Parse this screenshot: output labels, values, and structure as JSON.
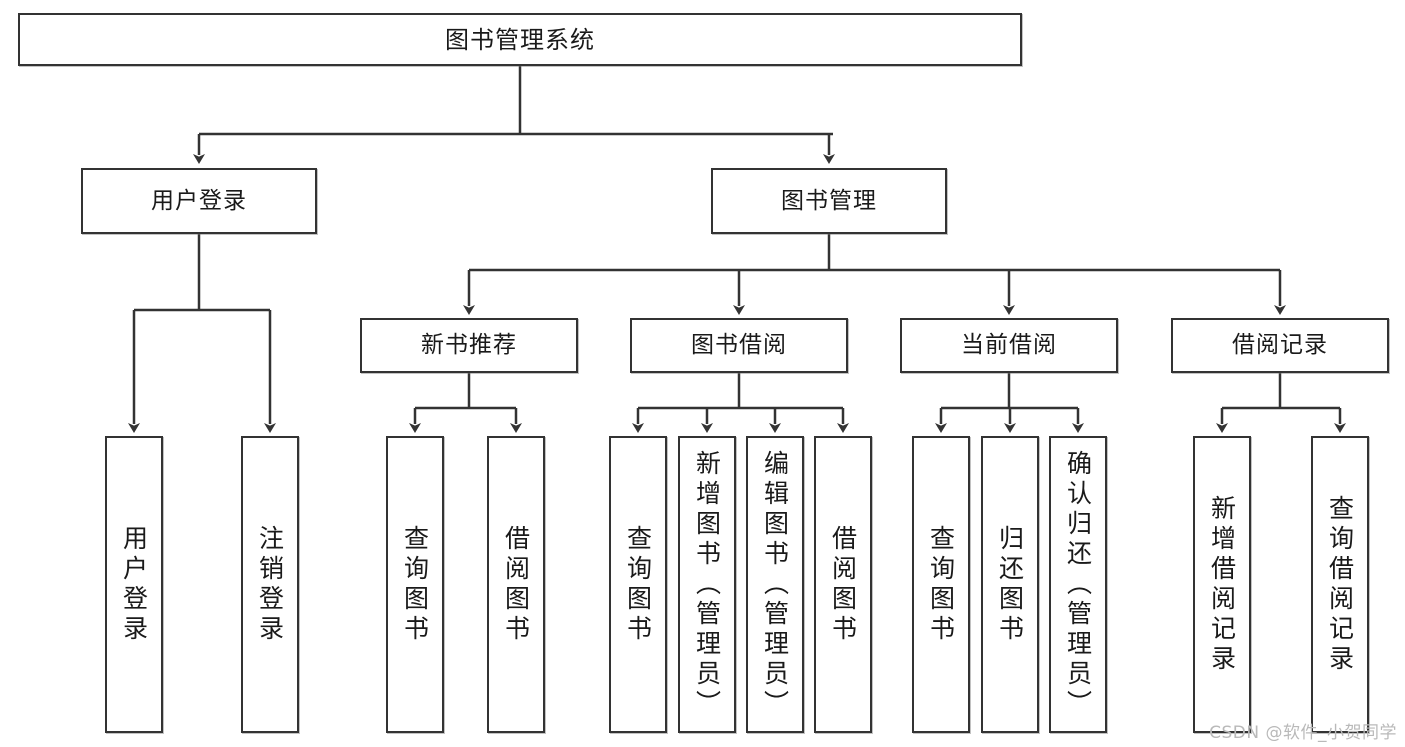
{
  "diagram": {
    "title": "图书管理系统",
    "type": "tree-hierarchy",
    "stroke_color": "#333333",
    "fill_color": "#ffffff",
    "text_color": "#1a1a1a",
    "watermark": "CSDN @软件_小贺同学"
  },
  "nodes": {
    "root": {
      "label": "图书管理系统"
    },
    "level2": [
      {
        "label": "用户登录"
      },
      {
        "label": "图书管理"
      }
    ],
    "level3": [
      {
        "label": "新书推荐"
      },
      {
        "label": "图书借阅"
      },
      {
        "label": "当前借阅"
      },
      {
        "label": "借阅记录"
      }
    ],
    "leaves": {
      "user_login": [
        {
          "label": "用户登录"
        },
        {
          "label": "注销登录"
        }
      ],
      "new_book_recommend": [
        {
          "label": "查询图书"
        },
        {
          "label": "借阅图书"
        }
      ],
      "book_borrow": [
        {
          "label": "查询图书"
        },
        {
          "label": "新增图书（管理员）"
        },
        {
          "label": "编辑图书（管理员）"
        },
        {
          "label": "借阅图书"
        }
      ],
      "current_borrow": [
        {
          "label": "查询图书"
        },
        {
          "label": "归还图书"
        },
        {
          "label": "确认归还（管理员）"
        }
      ],
      "borrow_record": [
        {
          "label": "新增借阅记录"
        },
        {
          "label": "查询借阅记录"
        }
      ]
    }
  },
  "chart_data": {
    "type": "table",
    "title": "图书管理系统 功能结构图",
    "hierarchy": [
      {
        "name": "图书管理系统",
        "children": [
          {
            "name": "用户登录",
            "children": [
              {
                "name": "用户登录"
              },
              {
                "name": "注销登录"
              }
            ]
          },
          {
            "name": "图书管理",
            "children": [
              {
                "name": "新书推荐",
                "children": [
                  {
                    "name": "查询图书"
                  },
                  {
                    "name": "借阅图书"
                  }
                ]
              },
              {
                "name": "图书借阅",
                "children": [
                  {
                    "name": "查询图书"
                  },
                  {
                    "name": "新增图书（管理员）"
                  },
                  {
                    "name": "编辑图书（管理员）"
                  },
                  {
                    "name": "借阅图书"
                  }
                ]
              },
              {
                "name": "当前借阅",
                "children": [
                  {
                    "name": "查询图书"
                  },
                  {
                    "name": "归还图书"
                  },
                  {
                    "name": "确认归还（管理员）"
                  }
                ]
              },
              {
                "name": "借阅记录",
                "children": [
                  {
                    "name": "新增借阅记录"
                  },
                  {
                    "name": "查询借阅记录"
                  }
                ]
              }
            ]
          }
        ]
      }
    ]
  }
}
